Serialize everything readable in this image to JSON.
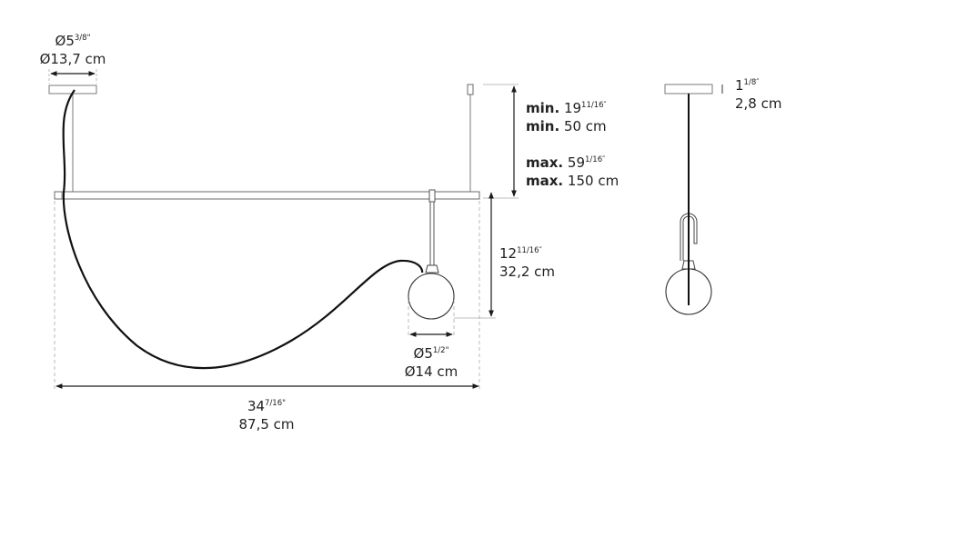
{
  "diagram": {
    "title": "Pendant lamp dimension drawing",
    "views": [
      "side-view",
      "front-view"
    ],
    "colors": {
      "outline": "#7a7a7a",
      "cable": "#111111",
      "dimension_line": "#1a1a1a",
      "extension_line": "#9a9a9a",
      "text": "#222222"
    }
  },
  "dimensions": {
    "canopy_diameter": {
      "imperial_whole": "Ø5",
      "imperial_frac": "3/8",
      "imperial_unit": "\"",
      "metric": "Ø13,7 cm"
    },
    "suspension_min": {
      "prefix": "min.",
      "imperial_whole": "19",
      "imperial_frac": "11/16",
      "imperial_unit": "″",
      "metric_prefix": "min.",
      "metric": "50 cm"
    },
    "suspension_max": {
      "prefix": "max.",
      "imperial_whole": "59",
      "imperial_frac": "1/16",
      "imperial_unit": "″",
      "metric_prefix": "max.",
      "metric": "150 cm"
    },
    "drop_height": {
      "imperial_whole": "12",
      "imperial_frac": "11/16",
      "imperial_unit": "″",
      "metric": "32,2 cm"
    },
    "globe_diameter": {
      "imperial_whole": "Ø5",
      "imperial_frac": "1/2",
      "imperial_unit": "\"",
      "metric": "Ø14 cm"
    },
    "overall_width": {
      "imperial_whole": "34",
      "imperial_frac": "7/16",
      "imperial_unit": "\"",
      "metric": "87,5 cm"
    },
    "canopy_height": {
      "imperial_whole": "1",
      "imperial_frac": "1/8",
      "imperial_unit": "″",
      "metric": "2,8 cm"
    }
  }
}
